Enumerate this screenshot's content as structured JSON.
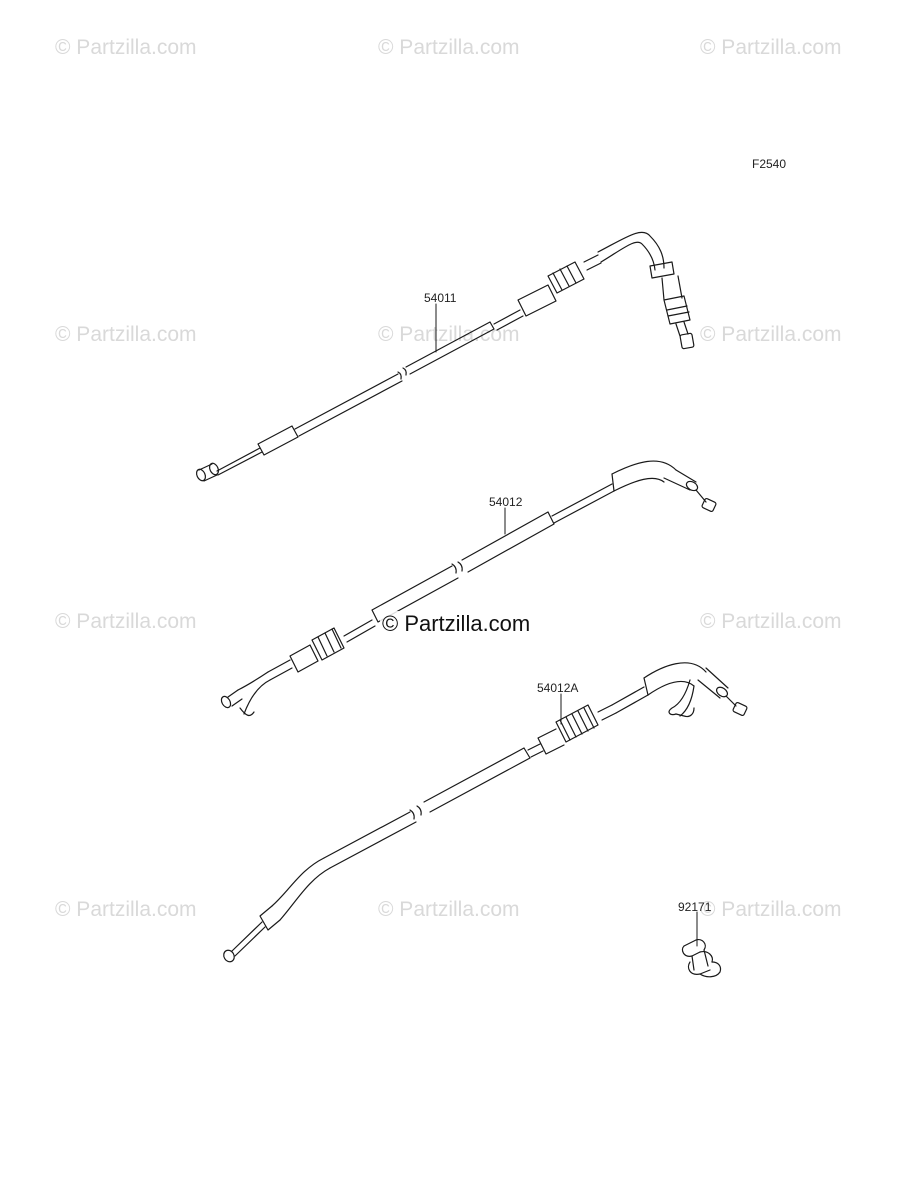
{
  "watermark_text": "© Partzilla.com",
  "center_watermark_text": "© Partzilla.com",
  "figure_code": "F2540",
  "parts": [
    {
      "number": "54011"
    },
    {
      "number": "54012"
    },
    {
      "number": "54012A"
    },
    {
      "number": "92171"
    }
  ],
  "colors": {
    "line": "#1a1a1a",
    "watermark": "#d9d9d9",
    "background": "#ffffff"
  }
}
